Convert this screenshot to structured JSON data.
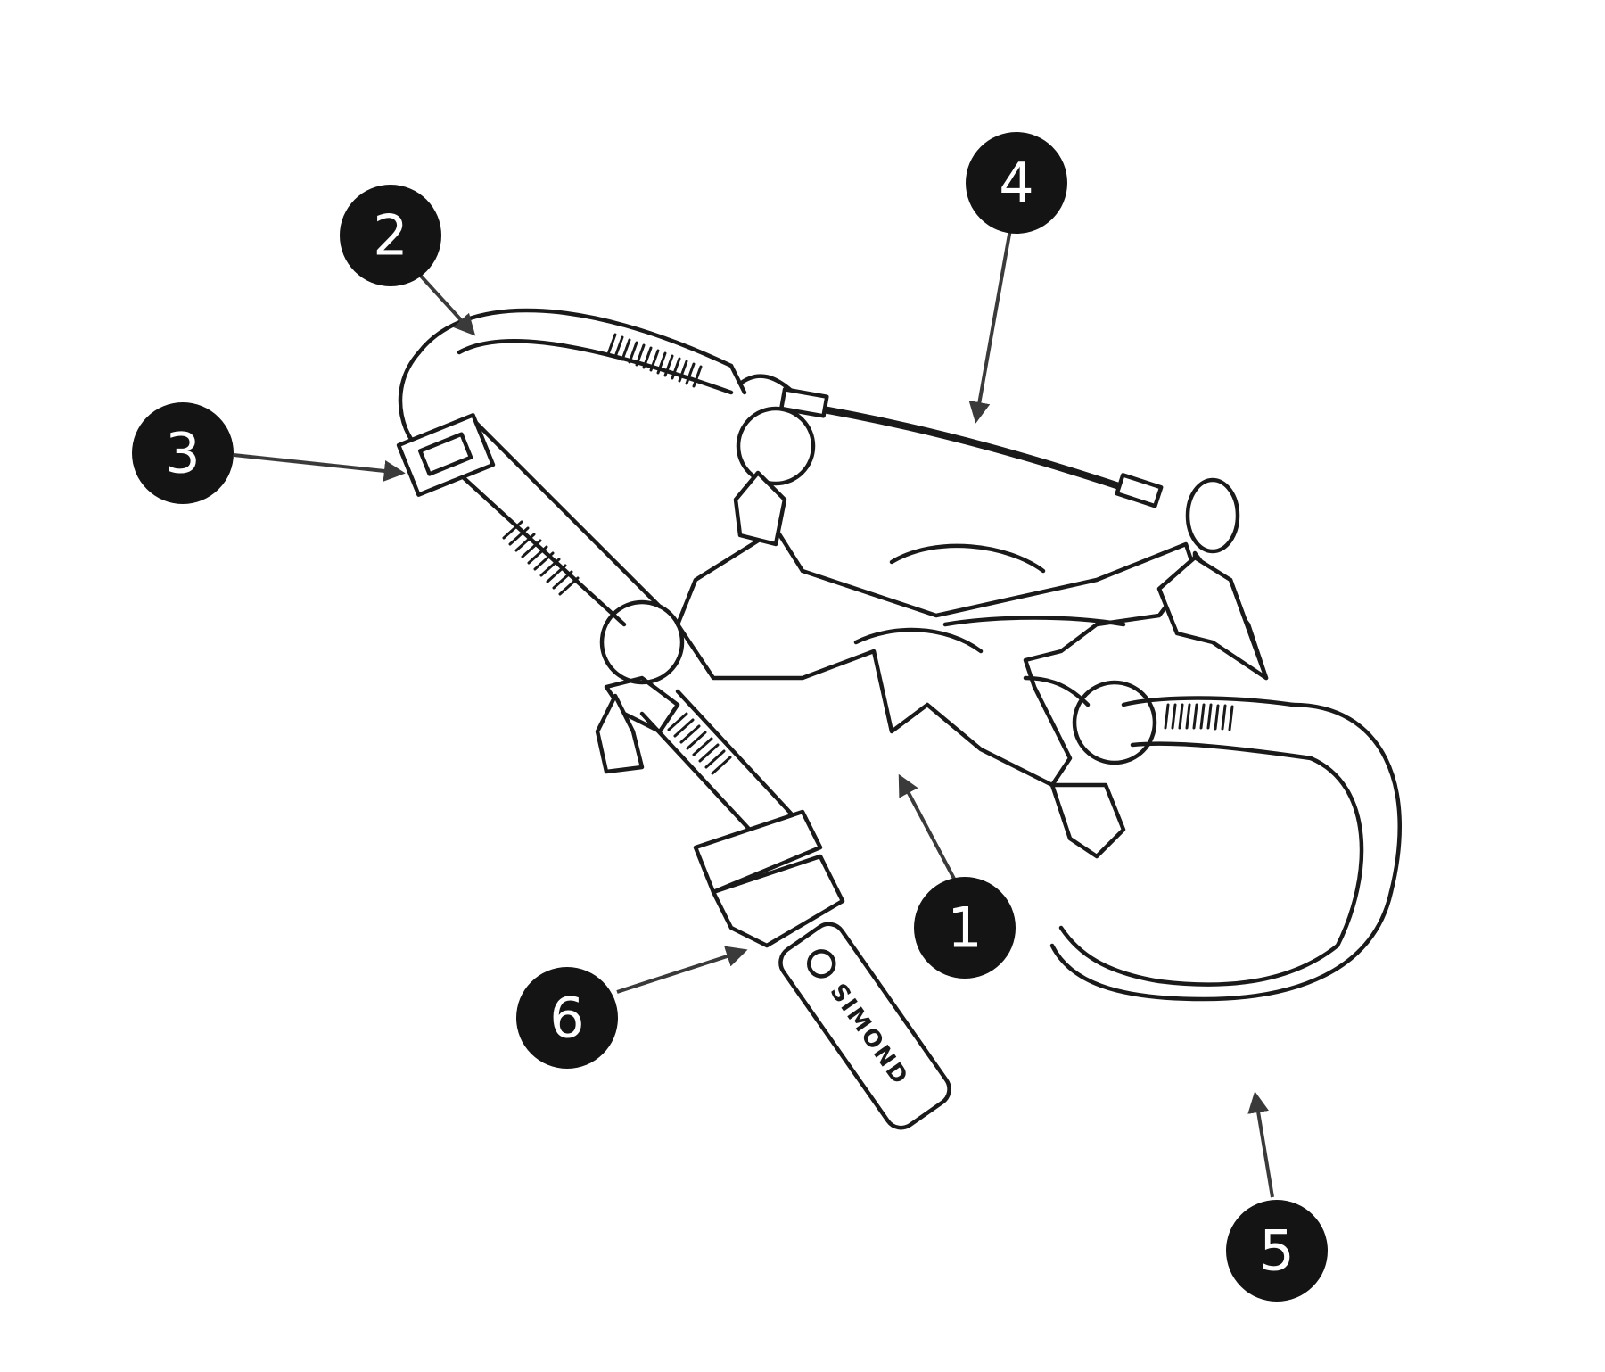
{
  "brand": "SIMOND",
  "callouts": [
    {
      "number": "1"
    },
    {
      "number": "2"
    },
    {
      "number": "3"
    },
    {
      "number": "4"
    },
    {
      "number": "5"
    },
    {
      "number": "6"
    }
  ]
}
